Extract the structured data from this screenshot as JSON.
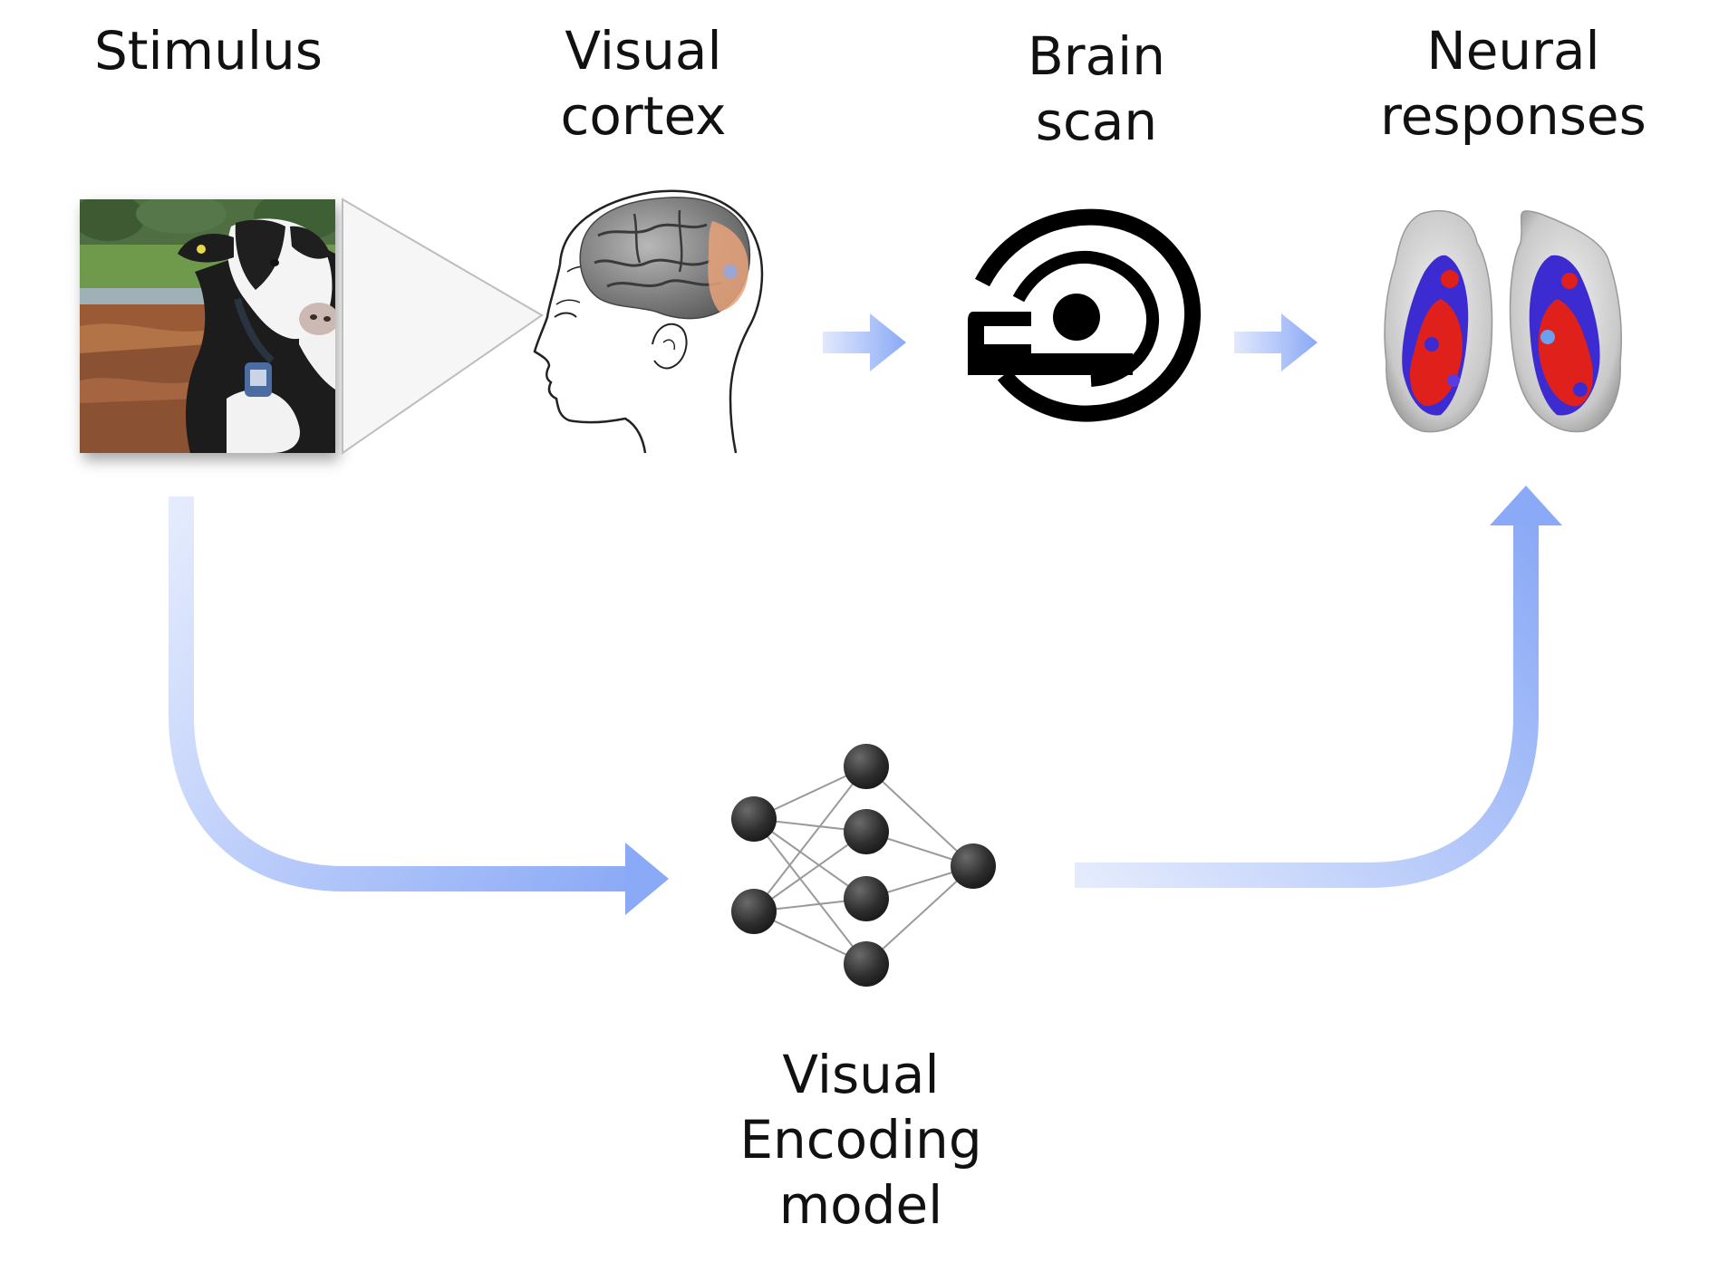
{
  "labels": {
    "stimulus": [
      "Stimulus"
    ],
    "visual_cortex": [
      "Visual",
      "cortex"
    ],
    "brain_scan": [
      "Brain",
      "scan"
    ],
    "neural_responses": [
      "Neural",
      "responses"
    ],
    "encoding_model": [
      "Visual",
      "Encoding",
      "model"
    ]
  },
  "colors": {
    "arrow_light": "#e2e9fd",
    "arrow_dark": "#8aa9f6",
    "node": "#2a2a2a",
    "edge": "#9a9a9a",
    "activation_red": "#e0201a",
    "activation_blue": "#3b2bd0"
  },
  "icons": [
    "cow-photo",
    "head-brain-icon",
    "mri-scanner-icon",
    "brain-activation-map",
    "neural-network-icon"
  ]
}
